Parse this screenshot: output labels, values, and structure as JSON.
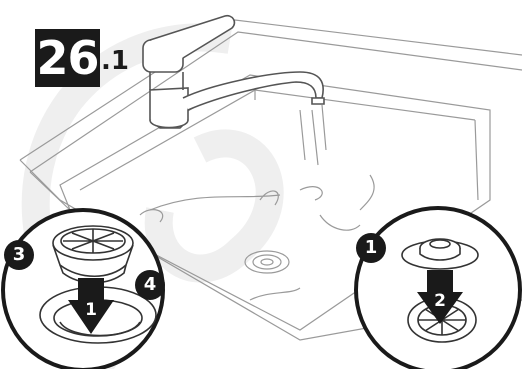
{
  "step": {
    "number": "26",
    "sub": ".1"
  },
  "left_detail": {
    "callouts": [
      "3",
      "4"
    ],
    "arrow_label": "1"
  },
  "right_detail": {
    "callouts": [
      "1"
    ],
    "arrow_label": "2"
  },
  "colors": {
    "ink": "#1a1a1a",
    "line": "#8a8a8a",
    "watermark": "#ececec"
  },
  "icons": [
    "faucet-icon",
    "sink-icon",
    "drain-strainer-icon",
    "down-arrow-icon"
  ]
}
